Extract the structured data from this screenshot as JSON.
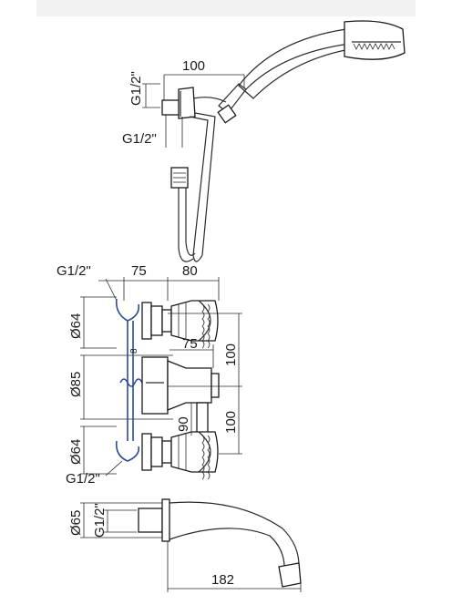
{
  "dimensions": {
    "hand_shower_width": "100",
    "thread_top_vertical": "G1/2\"",
    "thread_top_horizontal": "G1/2\"",
    "thread_mixer_top": "G1/2\"",
    "width_75_top": "75",
    "width_80_top": "80",
    "diameter_64_top": "Ø64",
    "diameter_85": "Ø85",
    "diameter_64_bottom": "Ø64",
    "offset_75_mid": "75",
    "height_100_upper": "100",
    "height_100_lower": "100",
    "height_90": "90",
    "thread_mixer_bottom": "G1/2\"",
    "diameter_65_spout": "Ø65",
    "thread_spout": "G1/2\"",
    "spout_length": "182",
    "centre_mark": "8"
  },
  "colors": {
    "line": "#2a2a2a",
    "blue_accent": "#2c4a9c",
    "background": "#ffffff",
    "top_bar": "#f2f2f2"
  }
}
